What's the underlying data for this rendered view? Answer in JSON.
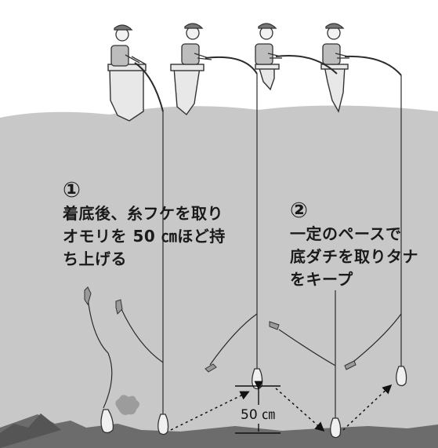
{
  "steps": [
    {
      "number": "①",
      "lines": [
        "着底後、糸フケを取り",
        "オモリを 50 ㎝ほど持",
        "ち上げる"
      ]
    },
    {
      "number": "②",
      "lines": [
        "一定のペースで",
        "底ダチを取りタナ",
        "をキープ"
      ]
    }
  ],
  "measure_label": "50 ㎝",
  "colors": {
    "water": "#c9c9c9",
    "seabed": "#6e6e6e",
    "pier": "#e6e6e6",
    "line": "#2b2b2b",
    "text": "#1a1a1a"
  }
}
